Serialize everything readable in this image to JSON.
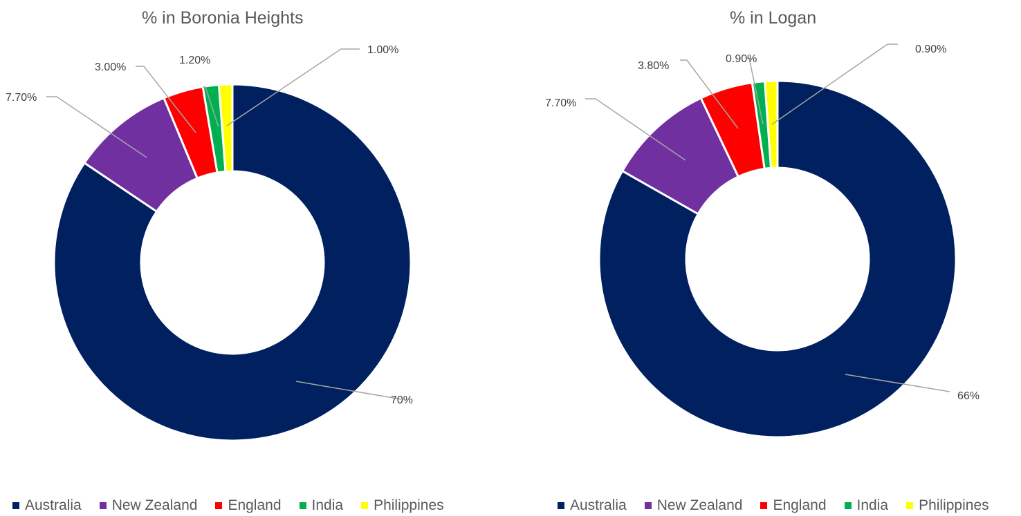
{
  "chart_data": [
    {
      "type": "pie",
      "title": "% in Boronia Heights",
      "categories": [
        "Australia",
        "New Zealand",
        "England",
        "India",
        "Philippines"
      ],
      "values": [
        70,
        7.7,
        3.0,
        1.2,
        1.0
      ],
      "data_labels": [
        "70%",
        "7.70%",
        "3.00%",
        "1.20%",
        "1.00%"
      ],
      "colors": [
        "#002060",
        "#7030a0",
        "#ff0000",
        "#00b050",
        "#ffff00"
      ],
      "legend_position": "bottom"
    },
    {
      "type": "pie",
      "title": "% in Logan",
      "categories": [
        "Australia",
        "New Zealand",
        "England",
        "India",
        "Philippines"
      ],
      "values": [
        66,
        7.7,
        3.8,
        0.9,
        0.9
      ],
      "data_labels": [
        "66%",
        "7.70%",
        "3.80%",
        "0.90%",
        "0.90%"
      ],
      "colors": [
        "#002060",
        "#7030a0",
        "#ff0000",
        "#00b050",
        "#ffff00"
      ],
      "legend_position": "bottom"
    }
  ]
}
